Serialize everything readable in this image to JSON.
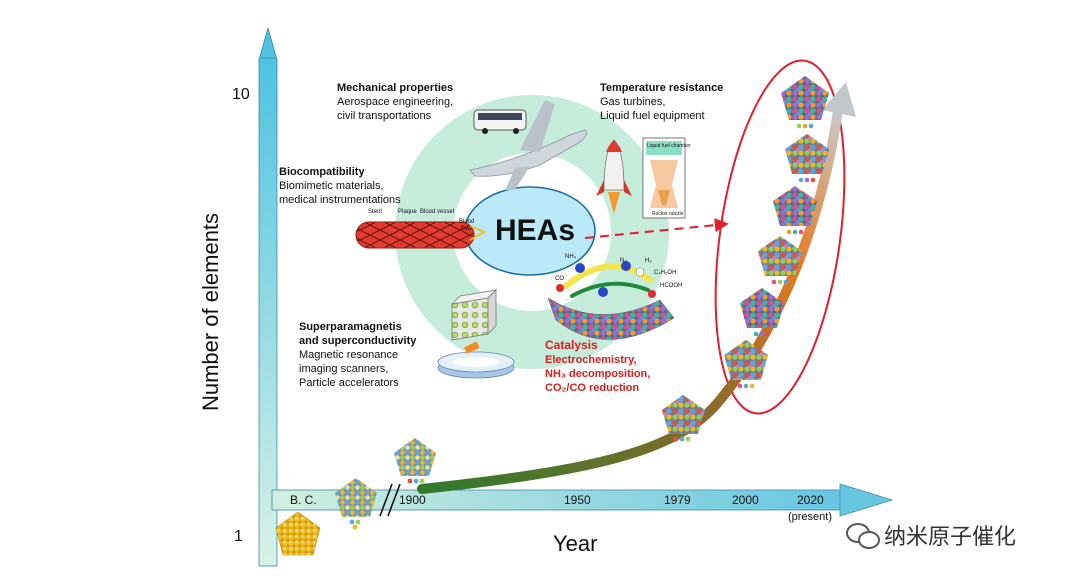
{
  "axes": {
    "y_label": "Number of elements",
    "y_tick_top": "10",
    "y_tick_bottom": "1",
    "x_label": "Year",
    "x_ticks": [
      "B. C.",
      "1900",
      "1950",
      "1979",
      "2000",
      "2020"
    ],
    "x_note": "(present)"
  },
  "center_label": "HEAs",
  "applications": {
    "mechanical": {
      "title": "Mechanical properties",
      "line1": "Aerospace engineering,",
      "line2": "civil transportations"
    },
    "temperature": {
      "title": "Temperature resistance",
      "line1": "Gas turbines,",
      "line2": "Liquid fuel equipment"
    },
    "biocompat": {
      "title": "Biocompatibility",
      "line1": "Biomimetic materials,",
      "line2": "medical instrumentations"
    },
    "magnetic": {
      "title1": "Superparamagnetis",
      "title2": "and superconductivity",
      "line1": "Magnetic resonance",
      "line2": "imaging scanners,",
      "line3": "Particle accelerators"
    },
    "catalysis": {
      "title": "Catalysis",
      "line1": "Electrochemistry,",
      "line2": "NH₃ decomposition,",
      "line3": "CO₂/CO reduction"
    }
  },
  "vessel_labels": {
    "stent": "Stent",
    "plaque": "Plaque",
    "vessel": "Blood vessel",
    "flow1": "Blood",
    "flow2": "flow"
  },
  "chem_labels": {
    "nh3": "NH₃",
    "n2": "N₂",
    "h2": "H₂",
    "ch3oh": "C₂H₅OH",
    "hcooh": "HCOOH",
    "co": "CO"
  },
  "rocket_labels": {
    "chamber": "Liquid fuel chamber",
    "nozzle": "Rocket nozzle"
  },
  "watermark": "纳米原子催化",
  "colors": {
    "gold": "#f2b81c",
    "red_accent": "#e11e2b",
    "ring": "#bfead7",
    "center": "#b9e9f7",
    "axis_top": "#54c5e0",
    "axis_bottom": "#cfeee0"
  }
}
